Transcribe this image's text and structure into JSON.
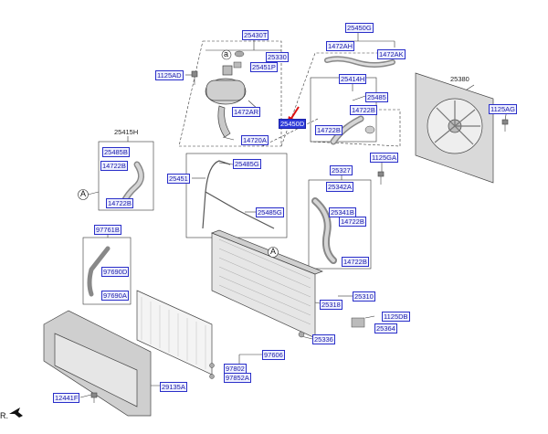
{
  "parts": {
    "p25430T": "25430T",
    "p25330": "25330",
    "p25451P": "25451P",
    "p1125AD": "1125AD",
    "p1472AR": "1472AR",
    "p25450D": "25450D",
    "p14720A": "14720A",
    "p25450G": "25450G",
    "p1472AH": "1472AH",
    "p1472AK": "1472AK",
    "p25414H": "25414H",
    "p25485_r": "25485",
    "p14722B_a": "14722B",
    "p14722B_b": "14722B",
    "p25380": "25380",
    "p1125AG": "1125AG",
    "p25415H": "25415H",
    "p25485B": "25485B",
    "p14722B_c": "14722B",
    "p14722B_d": "14722B",
    "p25485G": "25485G",
    "p25451": "25451",
    "p25485G_b": "25485G",
    "p25327": "25327",
    "p1125GA": "1125GA",
    "p25342A": "25342A",
    "p25341B": "25341B",
    "p14722B_e": "14722B",
    "p14722B_f": "14722B",
    "p97761B": "97761B",
    "p97690D": "97690D",
    "p97690A": "97690A",
    "p25318": "25318",
    "p25310": "25310",
    "p1125DB": "1125DB",
    "p25364": "25364",
    "p25336": "25336",
    "p97802": "97802",
    "p97852A": "97852A",
    "p97606": "97606",
    "p29135A": "29135A",
    "p12441F": "12441F"
  },
  "callouts": {
    "a_small": "a",
    "A1": "A",
    "A2": "A"
  },
  "footer": {
    "direction": "R."
  }
}
